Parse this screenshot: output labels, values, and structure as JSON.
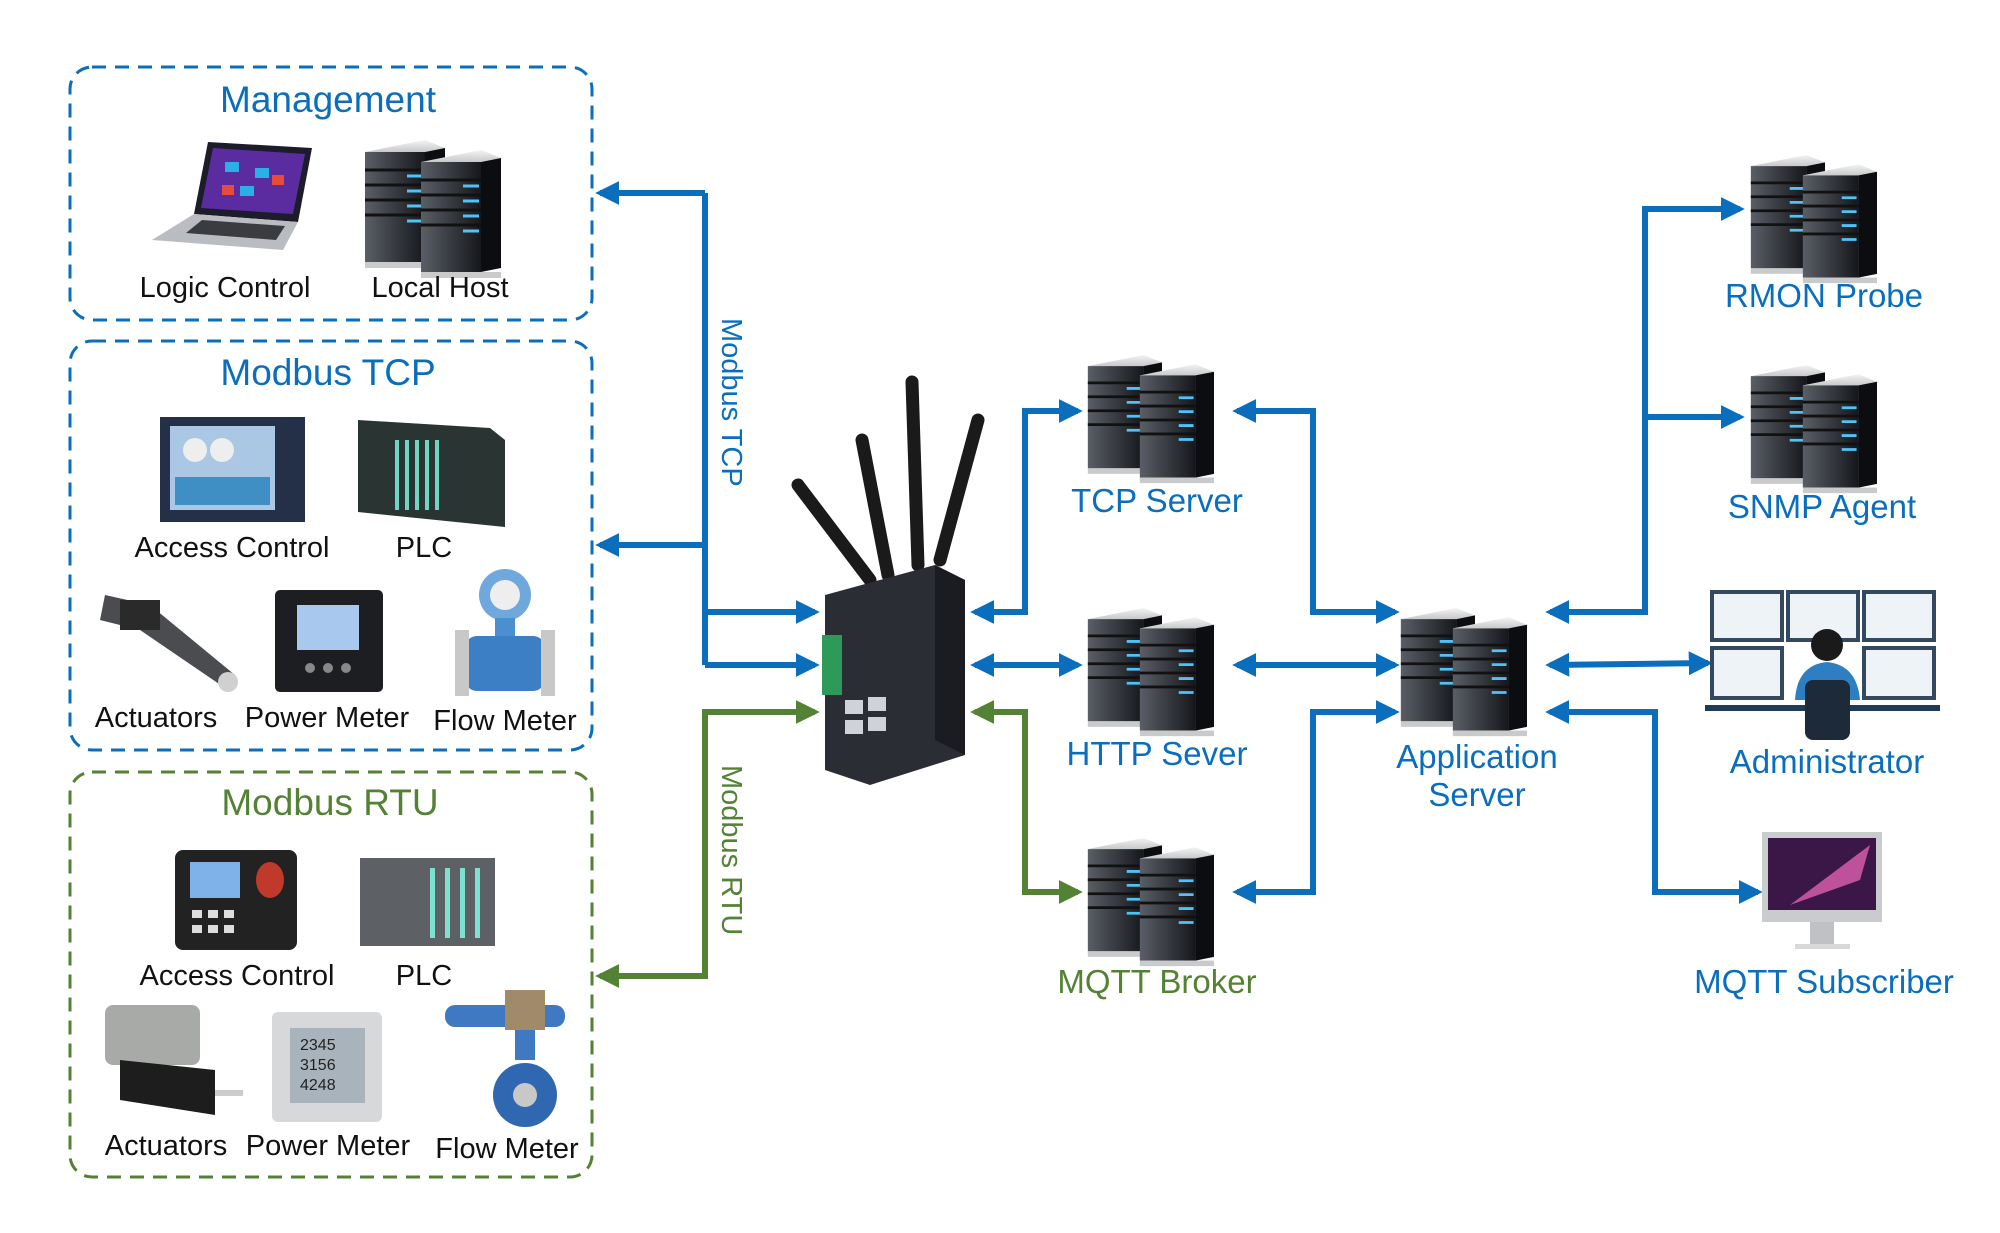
{
  "colors": {
    "tcp_blue": "#0a6ebd",
    "rtu_green": "#548235",
    "label_text": "#111111"
  },
  "groups": {
    "management": {
      "title": "Management",
      "items": [
        "Logic Control",
        "Local Host"
      ]
    },
    "modbus_tcp": {
      "title": "Modbus TCP",
      "items": [
        "Access Control",
        "PLC",
        "Actuators",
        "Power Meter",
        "Flow Meter"
      ]
    },
    "modbus_rtu": {
      "title": "Modbus RTU",
      "items": [
        "Access Control",
        "PLC",
        "Actuators",
        "Power Meter",
        "Flow Meter"
      ]
    }
  },
  "edges": {
    "modbus_tcp": "Modbus TCP",
    "modbus_rtu": "Modbus RTU"
  },
  "nodes": {
    "tcp_server": "TCP Server",
    "http_server": "HTTP Sever",
    "mqtt_broker": "MQTT Broker",
    "application_server": [
      "Application",
      "Server"
    ],
    "rmon_probe": "RMON Probe",
    "snmp_agent": "SNMP Agent",
    "administrator": "Administrator",
    "mqtt_subscriber": "MQTT Subscriber"
  },
  "icons": [
    "laptop-icon",
    "server-icon",
    "hmi-panel-icon",
    "plc-icon",
    "actuator-icon",
    "power-meter-icon",
    "flow-meter-icon",
    "access-control-terminal-icon",
    "gateway-router-icon",
    "admin-workstation-icon",
    "desktop-monitor-icon"
  ]
}
